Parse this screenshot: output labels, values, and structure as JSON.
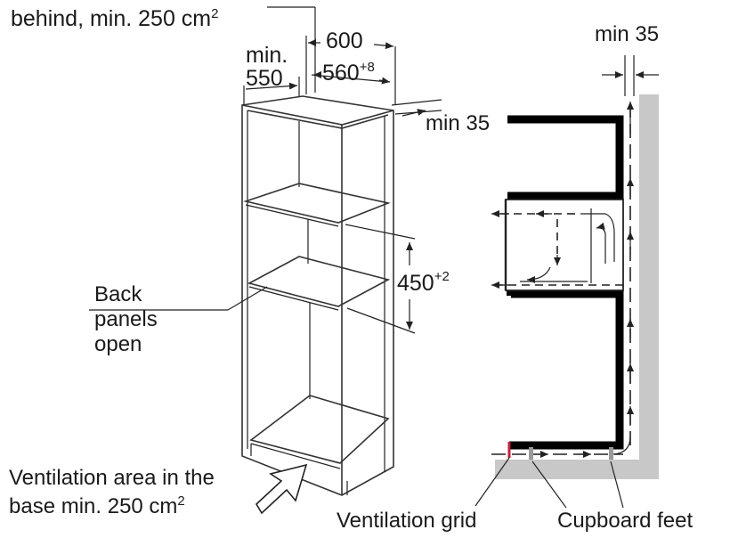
{
  "labels": {
    "top_opening": "behind, min. 250 cm",
    "top_opening_sup": "2",
    "min550_a": "min.",
    "min550_b": "550",
    "dim600": "600",
    "dim560": "560",
    "dim560_sup": "+8",
    "min35_left": "min 35",
    "min35_right": "min 35",
    "dim450": "450",
    "dim450_sup": "+2",
    "back_panels_1": "Back",
    "back_panels_2": "panels",
    "back_panels_3": "open",
    "base_vent_1": "Ventilation area in the",
    "base_vent_2": "base min. 250 cm",
    "base_vent_sup": "2",
    "ventilation_grid": "Ventilation grid",
    "cupboard_feet": "Cupboard feet"
  },
  "colors": {
    "wall": "#c8c8c8",
    "ink": "#1a1a1a",
    "grid_marker": "#c0203c"
  }
}
